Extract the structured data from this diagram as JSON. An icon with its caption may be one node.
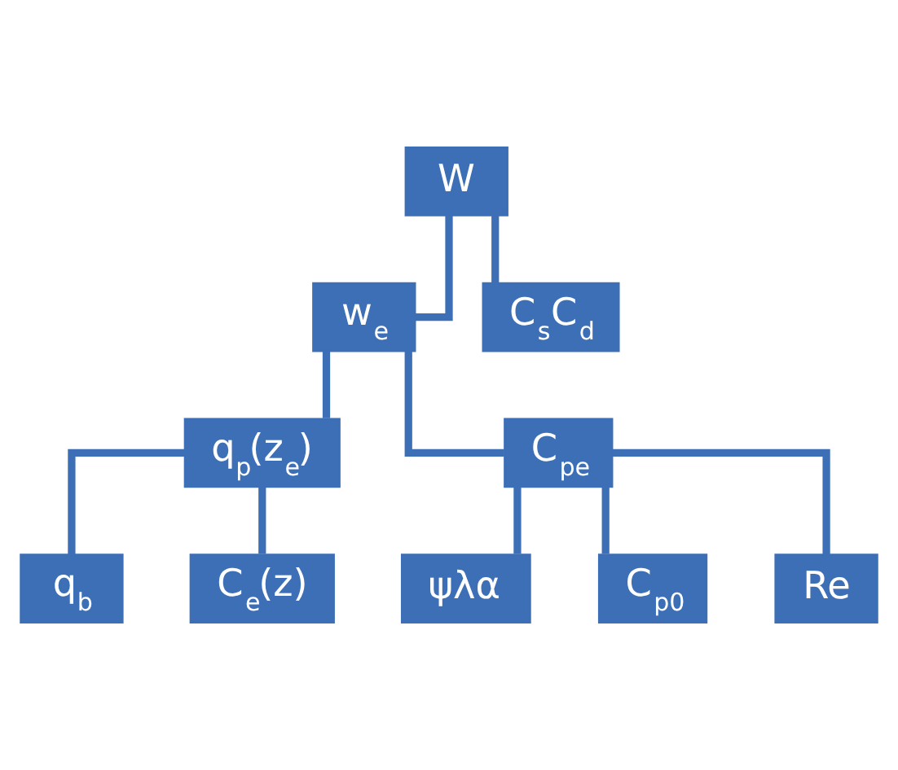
{
  "diagram": {
    "nodes": [
      {
        "text": [
          "W"
        ]
      },
      {
        "text": [
          "w$_{e}$"
        ]
      },
      {
        "text": [
          "C$_{s}$C$_{d}$"
        ]
      },
      {
        "text": [
          "q$_{p}$(z$_{e}$)"
        ]
      },
      {
        "text": [
          "C$_{pe}$"
        ]
      },
      {
        "text": [
          "q$_{b}$"
        ]
      },
      {
        "text": [
          "C$_{e}$(z)"
        ]
      },
      {
        "text": [
          "ψλα"
        ]
      },
      {
        "text": [
          "C$_{p0}$"
        ]
      },
      {
        "text": [
          "Re"
        ]
      }
    ],
    "edges": [
      {
        "from": 0,
        "to": 1,
        "arrow": "none"
      },
      {
        "from": 0,
        "to": 2,
        "arrow": "none"
      },
      {
        "from": 1,
        "to": 3,
        "arrow": "none"
      },
      {
        "from": 1,
        "to": 4,
        "arrow": "none"
      },
      {
        "from": 3,
        "to": 5,
        "arrow": "none"
      },
      {
        "from": 3,
        "to": 6,
        "arrow": "none"
      },
      {
        "from": 4,
        "to": 7,
        "arrow": "none"
      },
      {
        "from": 4,
        "to": 8,
        "arrow": "none"
      },
      {
        "from": 4,
        "to": 9,
        "arrow": "none"
      }
    ]
  }
}
